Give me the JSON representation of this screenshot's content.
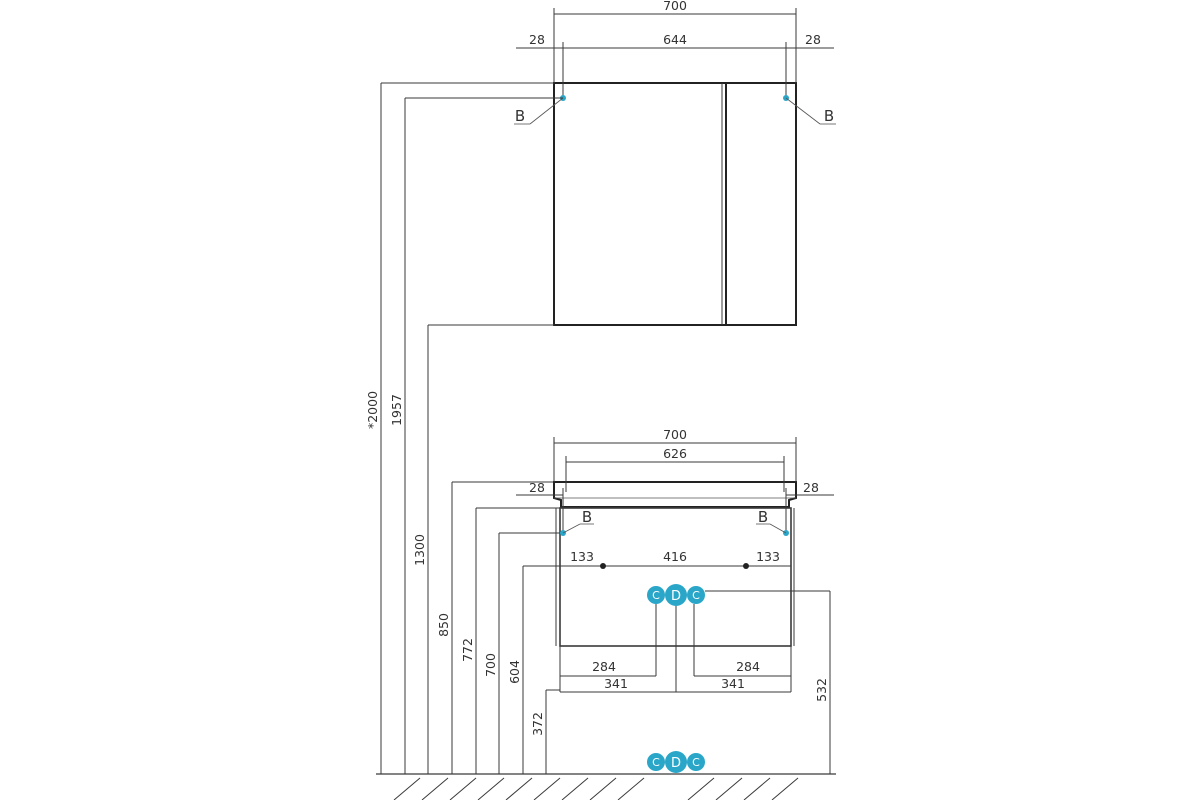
{
  "labels": {
    "top_total": "700",
    "top_side_left": "28",
    "top_middle": "644",
    "top_side_right": "28",
    "b": "B",
    "c": "C",
    "d": "D",
    "lower_total": "700",
    "lower_inner": "626",
    "lower_side_left": "28",
    "lower_side_right": "28",
    "hole_left": "133",
    "hole_middle": "416",
    "hole_right": "133",
    "bottom_left_inner": "284",
    "bottom_right_inner": "284",
    "bottom_left_outer": "341",
    "bottom_right_outer": "341",
    "height_2000": "*2000",
    "height_1957": "1957",
    "height_1300": "1300",
    "height_850": "850",
    "height_772": "772",
    "height_700": "700",
    "height_604": "604",
    "height_372": "372",
    "height_532": "532"
  },
  "colors": {
    "marker": "#2aa6c9",
    "line": "#3a3a3a"
  }
}
